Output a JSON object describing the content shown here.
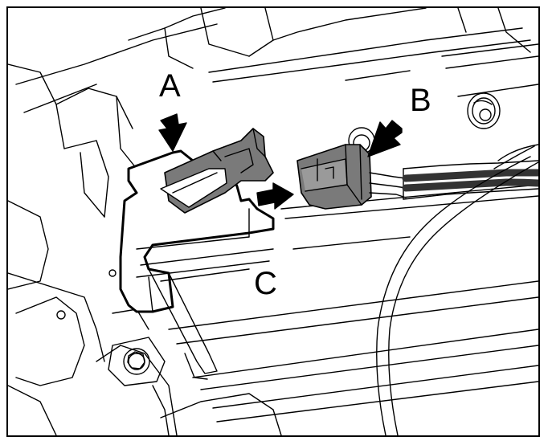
{
  "figure": {
    "callouts": {
      "a": "A",
      "b": "B",
      "c": "C"
    },
    "colors": {
      "line": "#000000",
      "part_fill": "#7a7a7a",
      "background": "#ffffff"
    }
  }
}
